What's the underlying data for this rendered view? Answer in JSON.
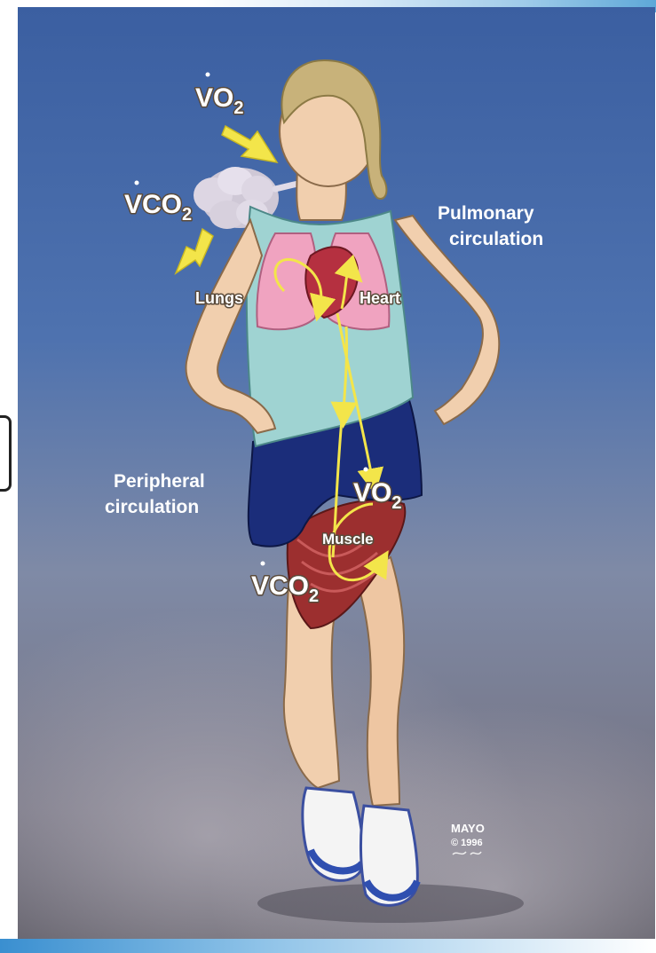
{
  "labels": {
    "vo2_top": "VO",
    "vo2_top_sub": "2",
    "vco2_top": "VCO",
    "vco2_top_sub": "2",
    "pulmonary_line1": "Pulmonary",
    "pulmonary_line2": "circulation",
    "lungs": "Lungs",
    "heart": "Heart",
    "peripheral_line1": "Peripheral",
    "peripheral_line2": "circulation",
    "vo2_muscle": "VO",
    "vo2_muscle_sub": "2",
    "muscle": "Muscle",
    "vco2_muscle": "VCO",
    "vco2_muscle_sub": "2",
    "mayo": "MAYO",
    "copyright": "© 1996"
  },
  "colors": {
    "sky_top": "#3d63a3",
    "sky_bottom": "#8c8fa2",
    "ground": "#6e6d78",
    "arrow_yellow": "#f3e54a",
    "shirt": "#9fd3d2",
    "shorts": "#1b2d7a",
    "skin": "#f1cfae",
    "hair": "#c8b27a",
    "lungs": "#f0a3c0",
    "heart": "#b53040",
    "muscle": "#9c2f2f"
  }
}
